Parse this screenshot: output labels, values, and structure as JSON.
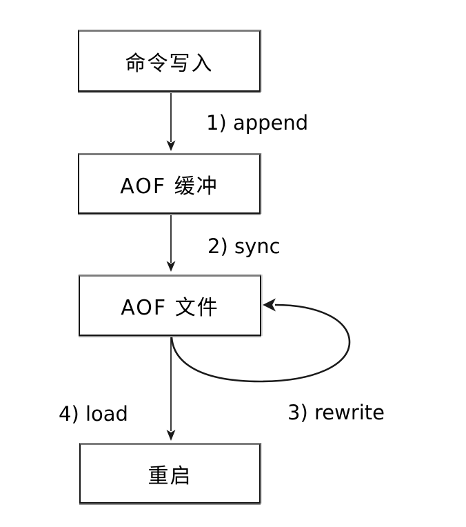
{
  "diagram": {
    "type": "flowchart",
    "nodes": [
      {
        "id": "command-write",
        "label": "命令写入"
      },
      {
        "id": "aof-buffer",
        "label": "AOF 缓冲"
      },
      {
        "id": "aof-file",
        "label": "AOF 文件"
      },
      {
        "id": "restart",
        "label": "重启"
      }
    ],
    "edges": [
      {
        "from": "command-write",
        "to": "aof-buffer",
        "label": "1) append"
      },
      {
        "from": "aof-buffer",
        "to": "aof-file",
        "label": "2) sync"
      },
      {
        "from": "aof-file",
        "to": "aof-file",
        "label": "3) rewrite",
        "shape": "self-loop"
      },
      {
        "from": "aof-file",
        "to": "restart",
        "label": "4) load"
      }
    ],
    "colors": {
      "background": "#ffffff",
      "node_fill": "#ffffff",
      "node_border": "#151515",
      "node_border_top": "#7d7d7d",
      "arrow_stroke": "#1a1a1a",
      "text": "#000000"
    }
  }
}
